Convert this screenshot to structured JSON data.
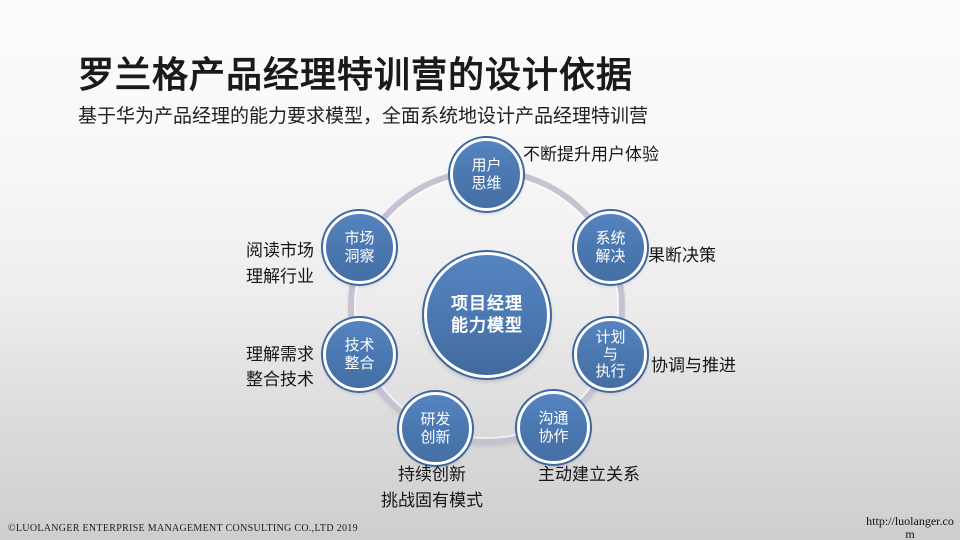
{
  "header": {
    "title": "罗兰格产品经理特训营的设计依据",
    "subtitle": "基于华为产品经理的能力要求模型，全面系统地设计产品经理特训营"
  },
  "diagram": {
    "center": {
      "label": "项目经理\n能力模型"
    },
    "nodes": [
      {
        "id": "user-mindset",
        "label": "用户\n思维",
        "annotation": "不断提升用户体验"
      },
      {
        "id": "system-solving",
        "label": "系统\n解决",
        "annotation": "果断决策"
      },
      {
        "id": "plan-execution",
        "label": "计划\n与\n执行",
        "annotation": "协调与推进"
      },
      {
        "id": "communication-collaboration",
        "label": "沟通\n协作",
        "annotation": "主动建立关系"
      },
      {
        "id": "rd-innovation",
        "label": "研发\n创新",
        "annotation": "持续创新\n挑战固有模式"
      },
      {
        "id": "tech-integration",
        "label": "技术\n整合",
        "annotation": "理解需求\n整合技术"
      },
      {
        "id": "market-insight",
        "label": "市场\n洞察",
        "annotation": "阅读市场\n理解行业"
      }
    ],
    "colors": {
      "node_fill": "#4b78b1",
      "node_edge": "#40689e",
      "ring": "#c8c1d2"
    }
  },
  "footer": {
    "copyright": "©LUOLANGER  ENTERPRISE MANAGEMENT CONSULTING CO.,LTD  2019",
    "website": "http://luolanger.com"
  }
}
